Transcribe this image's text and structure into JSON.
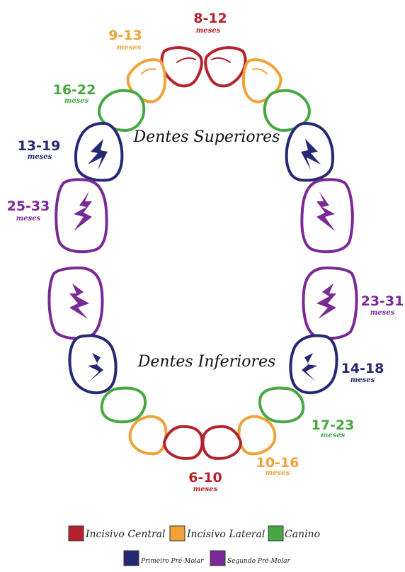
{
  "colors": {
    "central": "#b5222d",
    "lateral": "#f0a237",
    "canine": "#47a843",
    "first_premolar": "#252872",
    "second_premolar": "#7a2a96"
  },
  "labels": {
    "upper": "Dentes Superiores",
    "lower": "Dentes Inferiores",
    "unit": "meses"
  },
  "upper": {
    "central": "8-12",
    "lateral": "9-13",
    "canine": "16-22",
    "first_premolar": "13-19",
    "second_premolar": "25-33"
  },
  "lower": {
    "central": "6-10",
    "lateral": "10-16",
    "canine": "17-23",
    "first_premolar": "14-18",
    "second_premolar": "23-31"
  },
  "legend": {
    "central": "Incisivo Central",
    "lateral": "Incisivo Lateral",
    "canine": "Canino",
    "first_premolar": "Primeiro Pré-Molar",
    "second_premolar": "Segundo Pré-Molar"
  }
}
